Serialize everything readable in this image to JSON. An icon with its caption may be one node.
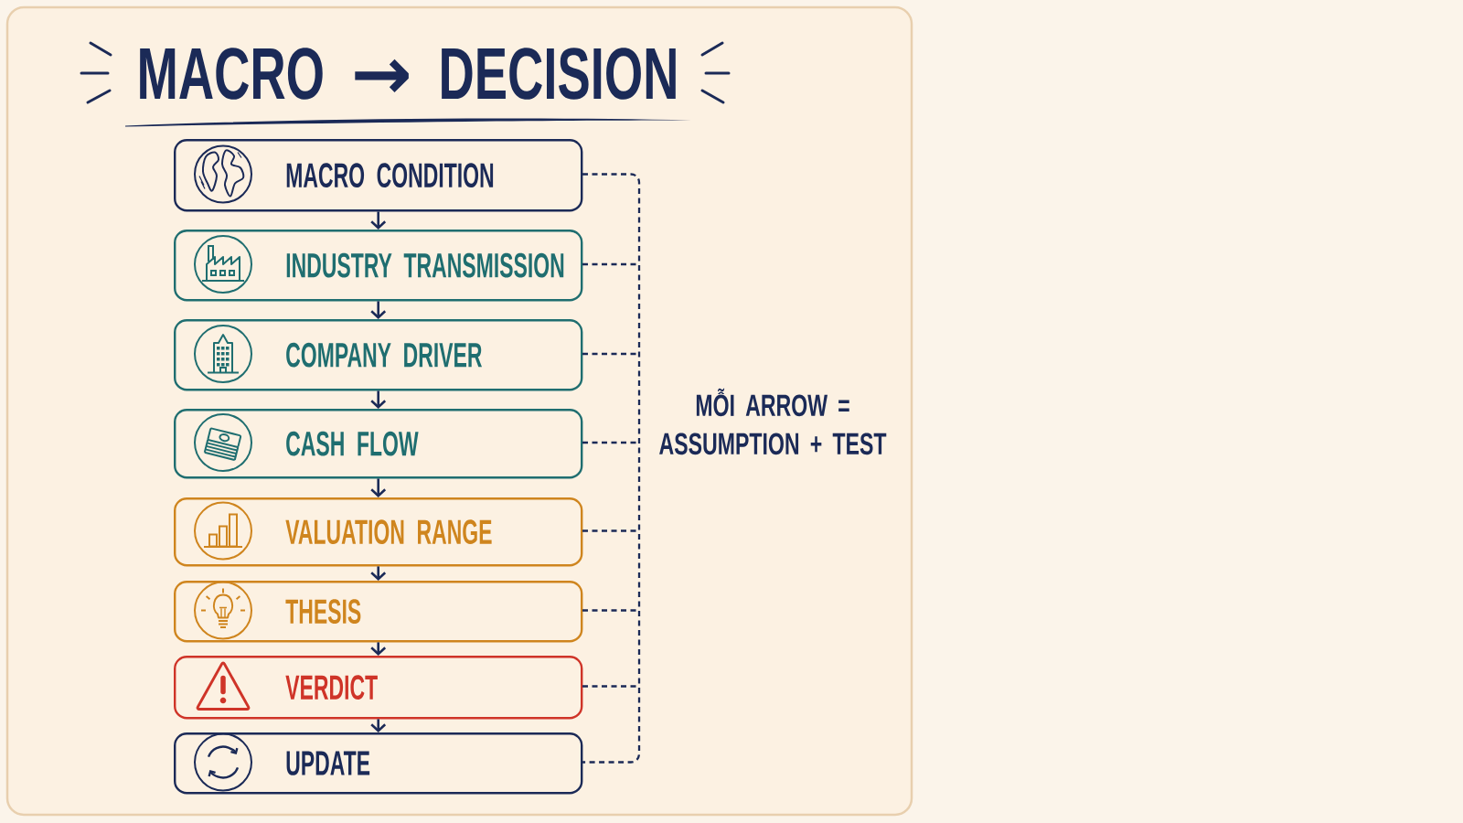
{
  "diagram": {
    "title": "MACRO → DECISION",
    "nodes": [
      {
        "text": [
          "MACRO CONDITION"
        ]
      },
      {
        "text": [
          "INDUSTRY TRANSMISSION"
        ]
      },
      {
        "text": [
          "COMPANY DRIVER"
        ]
      },
      {
        "text": [
          "CASH FLOW"
        ]
      },
      {
        "text": [
          "VALUATION RANGE"
        ]
      },
      {
        "text": [
          "THESIS"
        ]
      },
      {
        "text": [
          "VERDICT"
        ]
      },
      {
        "text": [
          "UPDATE"
        ]
      }
    ],
    "edges": [
      {
        "from": 0,
        "to": 1,
        "arrow": "to"
      },
      {
        "from": 1,
        "to": 2,
        "arrow": "to"
      },
      {
        "from": 2,
        "to": 3,
        "arrow": "to"
      },
      {
        "from": 3,
        "to": 4,
        "arrow": "to"
      },
      {
        "from": 4,
        "to": 5,
        "arrow": "to"
      },
      {
        "from": 5,
        "to": 6,
        "arrow": "to"
      },
      {
        "from": 6,
        "to": 7,
        "arrow": "to"
      }
    ],
    "labels": [
      "MỖI ARROW = ASSUMPTION + TEST"
    ]
  }
}
